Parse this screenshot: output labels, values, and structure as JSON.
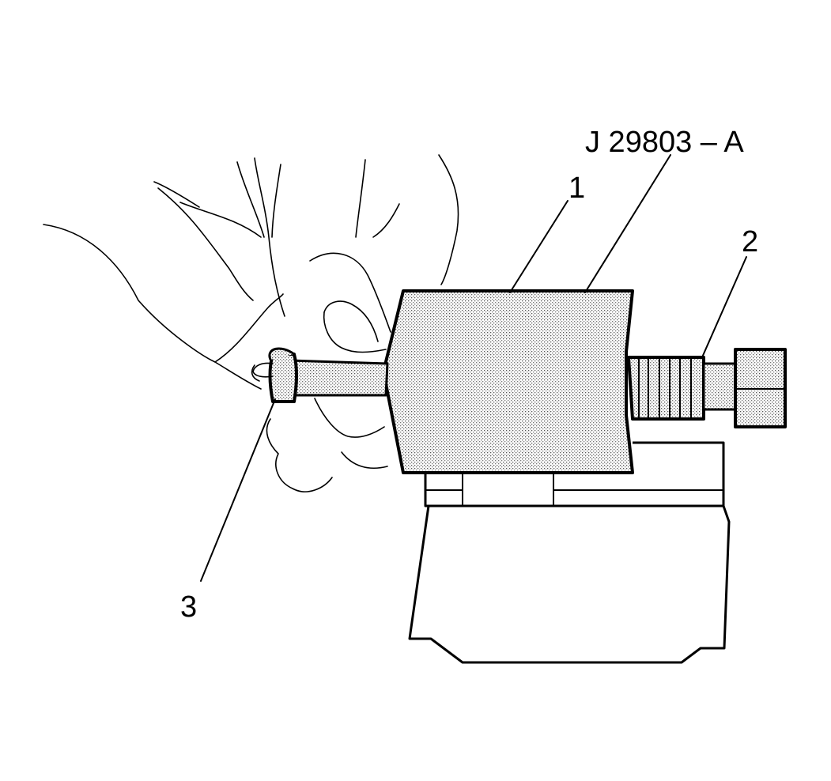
{
  "tool_label": "J 29803 – A",
  "callouts": {
    "one": "1",
    "two": "2",
    "three": "3"
  }
}
